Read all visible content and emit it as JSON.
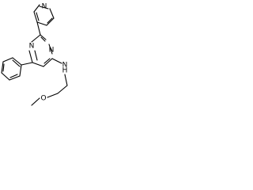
{
  "atoms": {
    "n_pyridine": "N",
    "n_pyrimidine_top": "N",
    "n_pyrimidine_bottom": "N",
    "n_amine": "N",
    "h_amine": "H",
    "o_methoxy": "O"
  }
}
